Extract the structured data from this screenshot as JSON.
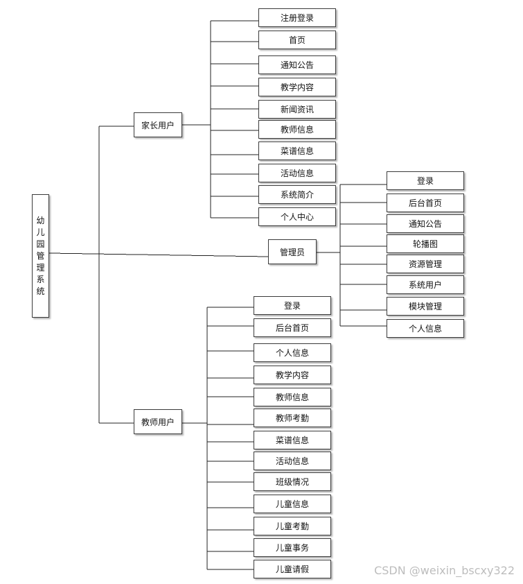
{
  "root": "幼儿园管理系统",
  "branches": {
    "parent": {
      "label": "家长用户",
      "children": [
        "注册登录",
        "首页",
        "通知公告",
        "教学内容",
        "新闻资讯",
        "教师信息",
        "菜谱信息",
        "活动信息",
        "系统简介",
        "个人中心"
      ]
    },
    "admin": {
      "label": "管理员",
      "children": [
        "登录",
        "后台首页",
        "通知公告",
        "轮播图",
        "资源管理",
        "系统用户",
        "模块管理",
        "个人信息"
      ]
    },
    "teacher": {
      "label": "教师用户",
      "children": [
        "登录",
        "后台首页",
        "个人信息",
        "教学内容",
        "教师信息",
        "教师考勤",
        "菜谱信息",
        "活动信息",
        "班级情况",
        "儿童信息",
        "儿童考勤",
        "儿童事务",
        "儿童请假"
      ]
    }
  },
  "watermark": "CSDN @weixin_bscxy322"
}
